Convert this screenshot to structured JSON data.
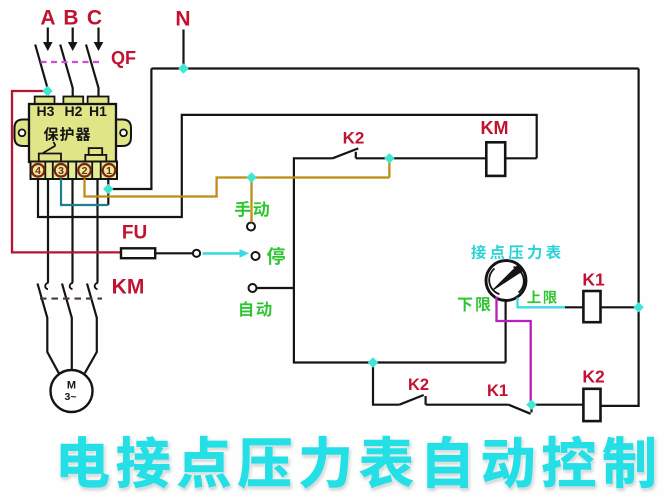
{
  "colors": {
    "background": "#fdfefd",
    "wire_black": "#141414",
    "label_red": "#c21232",
    "label_green": "#2fc532",
    "label_cyan": "#27d3d6",
    "title_cyan": "#24dfe6",
    "wire_red": "#b51432",
    "wire_orange": "#bf8d13",
    "wire_teal": "#1e7f90",
    "wire_magenta": "#b520b8",
    "wire_cyan": "#3adce2",
    "junction_dot": "#3fe6d2",
    "linkage_magenta": "#cb4fd0",
    "linkage_dark": "#4c3a3a",
    "device_yellow": "#e0e688",
    "terminal_yellow": "#e6eb96",
    "terminal_number_red": "#7c2414"
  },
  "title": {
    "text": "电接点压力表自动控制"
  },
  "power": {
    "phase_a": "A",
    "phase_b": "B",
    "phase_c": "C",
    "neutral": "N",
    "breaker": "QF",
    "fuse": "FU"
  },
  "protector": {
    "name": "保护器",
    "top_terminals": [
      "H3",
      "H2",
      "H1"
    ],
    "bottom_terminals": [
      "4",
      "3",
      "2",
      "1"
    ]
  },
  "contactor": {
    "label": "KM",
    "coil_label": "KM"
  },
  "motor": {
    "letter": "M",
    "phases": "3~"
  },
  "selector": {
    "manual": "手动",
    "stop": "停",
    "auto": "自动"
  },
  "relays": {
    "k2_contact_top": "K2",
    "k2_contact_bottom": "K2",
    "k1_contact_bottom": "K1",
    "k1_coil": "K1",
    "k2_coil": "K2"
  },
  "gauge": {
    "name": "接点压力表",
    "lower_limit": "下限",
    "upper_limit": "上限"
  }
}
